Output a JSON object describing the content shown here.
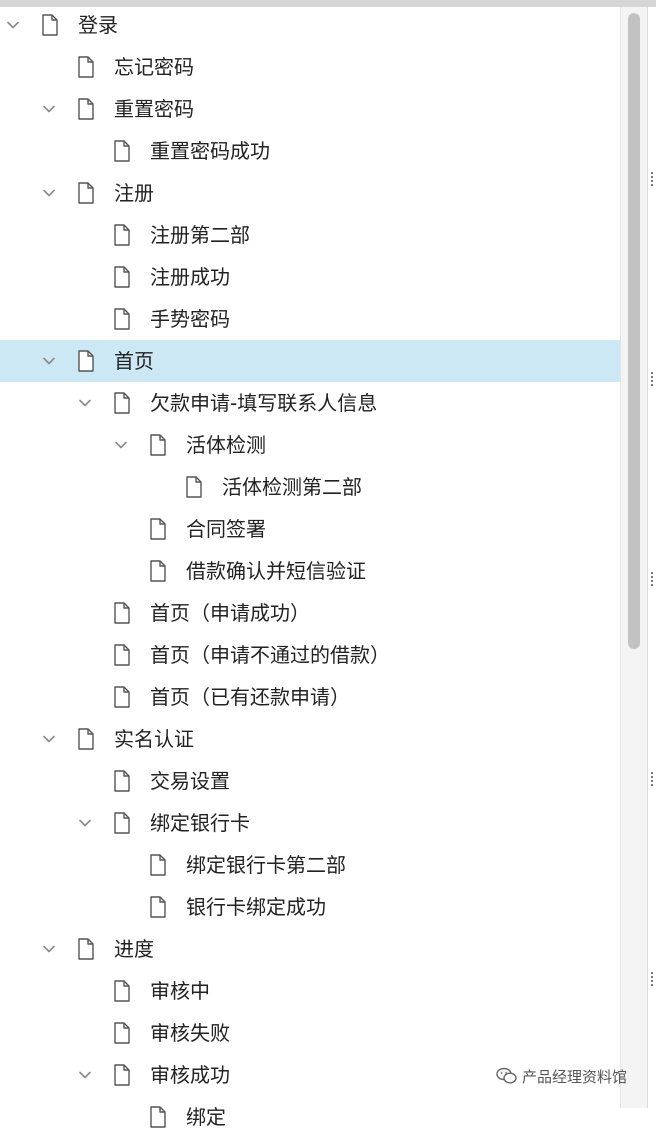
{
  "tree": [
    {
      "label": "登录",
      "level": 0,
      "expanded": true,
      "selected": false
    },
    {
      "label": "忘记密码",
      "level": 1,
      "expanded": null,
      "selected": false
    },
    {
      "label": "重置密码",
      "level": 1,
      "expanded": true,
      "selected": false
    },
    {
      "label": "重置密码成功",
      "level": 2,
      "expanded": null,
      "selected": false
    },
    {
      "label": "注册",
      "level": 1,
      "expanded": true,
      "selected": false
    },
    {
      "label": "注册第二部",
      "level": 2,
      "expanded": null,
      "selected": false
    },
    {
      "label": "注册成功",
      "level": 2,
      "expanded": null,
      "selected": false
    },
    {
      "label": "手势密码",
      "level": 2,
      "expanded": null,
      "selected": false
    },
    {
      "label": "首页",
      "level": 1,
      "expanded": true,
      "selected": true
    },
    {
      "label": "欠款申请-填写联系人信息",
      "level": 2,
      "expanded": true,
      "selected": false
    },
    {
      "label": "活体检测",
      "level": 3,
      "expanded": true,
      "selected": false
    },
    {
      "label": "活体检测第二部",
      "level": 4,
      "expanded": null,
      "selected": false
    },
    {
      "label": "合同签署",
      "level": 3,
      "expanded": null,
      "selected": false
    },
    {
      "label": "借款确认并短信验证",
      "level": 3,
      "expanded": null,
      "selected": false
    },
    {
      "label": "首页（申请成功）",
      "level": 2,
      "expanded": null,
      "selected": false
    },
    {
      "label": "首页（申请不通过的借款）",
      "level": 2,
      "expanded": null,
      "selected": false
    },
    {
      "label": "首页（已有还款申请）",
      "level": 2,
      "expanded": null,
      "selected": false
    },
    {
      "label": "实名认证",
      "level": 1,
      "expanded": true,
      "selected": false
    },
    {
      "label": "交易设置",
      "level": 2,
      "expanded": null,
      "selected": false
    },
    {
      "label": "绑定银行卡",
      "level": 2,
      "expanded": true,
      "selected": false
    },
    {
      "label": "绑定银行卡第二部",
      "level": 3,
      "expanded": null,
      "selected": false
    },
    {
      "label": "银行卡绑定成功",
      "level": 3,
      "expanded": null,
      "selected": false
    },
    {
      "label": "进度",
      "level": 1,
      "expanded": true,
      "selected": false
    },
    {
      "label": "审核中",
      "level": 2,
      "expanded": null,
      "selected": false
    },
    {
      "label": "审核失败",
      "level": 2,
      "expanded": null,
      "selected": false
    },
    {
      "label": "审核成功",
      "level": 2,
      "expanded": true,
      "selected": false
    },
    {
      "label": "绑定",
      "level": 3,
      "expanded": null,
      "selected": false
    }
  ],
  "watermark": {
    "text": "产品经理资料馆"
  },
  "icons": {
    "page": "page-icon",
    "chevron": "chevron-down-icon",
    "watermark": "wechat-icon"
  },
  "colors": {
    "selected_row": "#cde8f5",
    "text": "#222222",
    "icon_stroke": "#555555"
  }
}
